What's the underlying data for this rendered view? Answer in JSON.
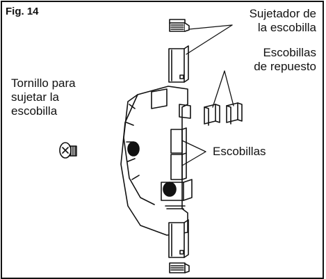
{
  "figure": {
    "title": "Fig. 14"
  },
  "labels": {
    "brush_holder": [
      "Sujetador de",
      "la escobilla"
    ],
    "spare_brushes": [
      "Escobillas",
      "de repuesto"
    ],
    "screw": [
      "Tornillo para",
      "sujetar la",
      "escobilla"
    ],
    "brushes": "Escobillas"
  },
  "colors": {
    "line": "#111111",
    "background": "#ffffff"
  }
}
